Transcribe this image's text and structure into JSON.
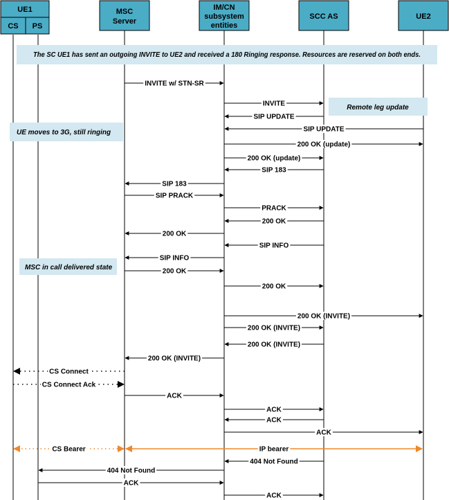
{
  "participants": {
    "ue1": "UE1",
    "ue1_cs": "CS",
    "ue1_ps": "PS",
    "msc": [
      "MSC",
      "Server"
    ],
    "ims": [
      "IM/CN",
      "subsystem",
      "entities"
    ],
    "scc": "SCC AS",
    "ue2": "UE2"
  },
  "notes": {
    "banner": "The SC UE1 has sent an outgoing INVITE to UE2 and received a 180 Ringing response. Resources are reserved on both ends.",
    "remote_leg": "Remote leg update",
    "ue_moves": "UE moves to 3G, still ringing",
    "msc_state": "MSC in call delivered state"
  },
  "messages": [
    {
      "label": "INVITE w/ STN-SR",
      "from": "msc",
      "to": "ims",
      "style": "solid"
    },
    {
      "label": "INVITE",
      "from": "ims",
      "to": "scc",
      "style": "solid"
    },
    {
      "label": "SIP UPDATE",
      "from": "scc",
      "to": "ims",
      "style": "solid"
    },
    {
      "label": "SIP UPDATE",
      "from": "ue2",
      "to": "ims",
      "style": "solid"
    },
    {
      "label": "200 OK (update)",
      "from": "ims",
      "to": "ue2",
      "style": "solid"
    },
    {
      "label": "200 OK (update)",
      "from": "ims",
      "to": "scc",
      "style": "solid"
    },
    {
      "label": "SIP 183",
      "from": "scc",
      "to": "ims",
      "style": "solid"
    },
    {
      "label": "SIP 183",
      "from": "ims",
      "to": "msc",
      "style": "solid"
    },
    {
      "label": "SIP PRACK",
      "from": "msc",
      "to": "ims",
      "style": "solid"
    },
    {
      "label": "PRACK",
      "from": "ims",
      "to": "scc",
      "style": "solid"
    },
    {
      "label": "200 OK",
      "from": "scc",
      "to": "ims",
      "style": "solid"
    },
    {
      "label": "200 OK",
      "from": "ims",
      "to": "msc",
      "style": "solid"
    },
    {
      "label": "SIP INFO",
      "from": "scc",
      "to": "ims",
      "style": "solid"
    },
    {
      "label": "SIP INFO",
      "from": "ims",
      "to": "msc",
      "style": "solid"
    },
    {
      "label": "200 OK",
      "from": "msc",
      "to": "ims",
      "style": "solid"
    },
    {
      "label": "200 OK",
      "from": "ims",
      "to": "scc",
      "style": "solid"
    },
    {
      "label": "200 OK (INVITE)",
      "from": "ims",
      "to": "ue2",
      "style": "solid"
    },
    {
      "label": "200 OK (INVITE)",
      "from": "ims",
      "to": "scc",
      "style": "solid"
    },
    {
      "label": "200 OK (INVITE)",
      "from": "scc",
      "to": "ims",
      "style": "solid"
    },
    {
      "label": "200 OK (INVITE)",
      "from": "ims",
      "to": "msc",
      "style": "solid"
    },
    {
      "label": "CS Connect",
      "from": "msc",
      "to": "cs",
      "style": "dotted"
    },
    {
      "label": "CS Connect Ack",
      "from": "cs",
      "to": "msc",
      "style": "dotted"
    },
    {
      "label": "ACK",
      "from": "msc",
      "to": "ims",
      "style": "solid"
    },
    {
      "label": "ACK",
      "from": "ims",
      "to": "scc",
      "style": "solid"
    },
    {
      "label": "ACK",
      "from": "scc",
      "to": "ims",
      "style": "solid"
    },
    {
      "label": "ACK",
      "from": "ims",
      "to": "ue2",
      "style": "solid"
    },
    {
      "label": "CS Bearer",
      "from": "cs",
      "to": "msc",
      "style": "bearer-dotted"
    },
    {
      "label": "IP bearer",
      "from": "msc",
      "to": "ue2",
      "style": "bearer-solid"
    },
    {
      "label": "404 Not Found",
      "from": "scc",
      "to": "ims",
      "style": "solid"
    },
    {
      "label": "404 Not Found",
      "from": "ims",
      "to": "ps",
      "style": "solid"
    },
    {
      "label": "ACK",
      "from": "ps",
      "to": "ims",
      "style": "solid"
    },
    {
      "label": "ACK",
      "from": "ims",
      "to": "scc",
      "style": "solid"
    }
  ],
  "colors": {
    "header_fill": "#4bacc6",
    "note_fill": "#d3e8f0",
    "bearer": "#f0882a",
    "line": "#000000"
  }
}
